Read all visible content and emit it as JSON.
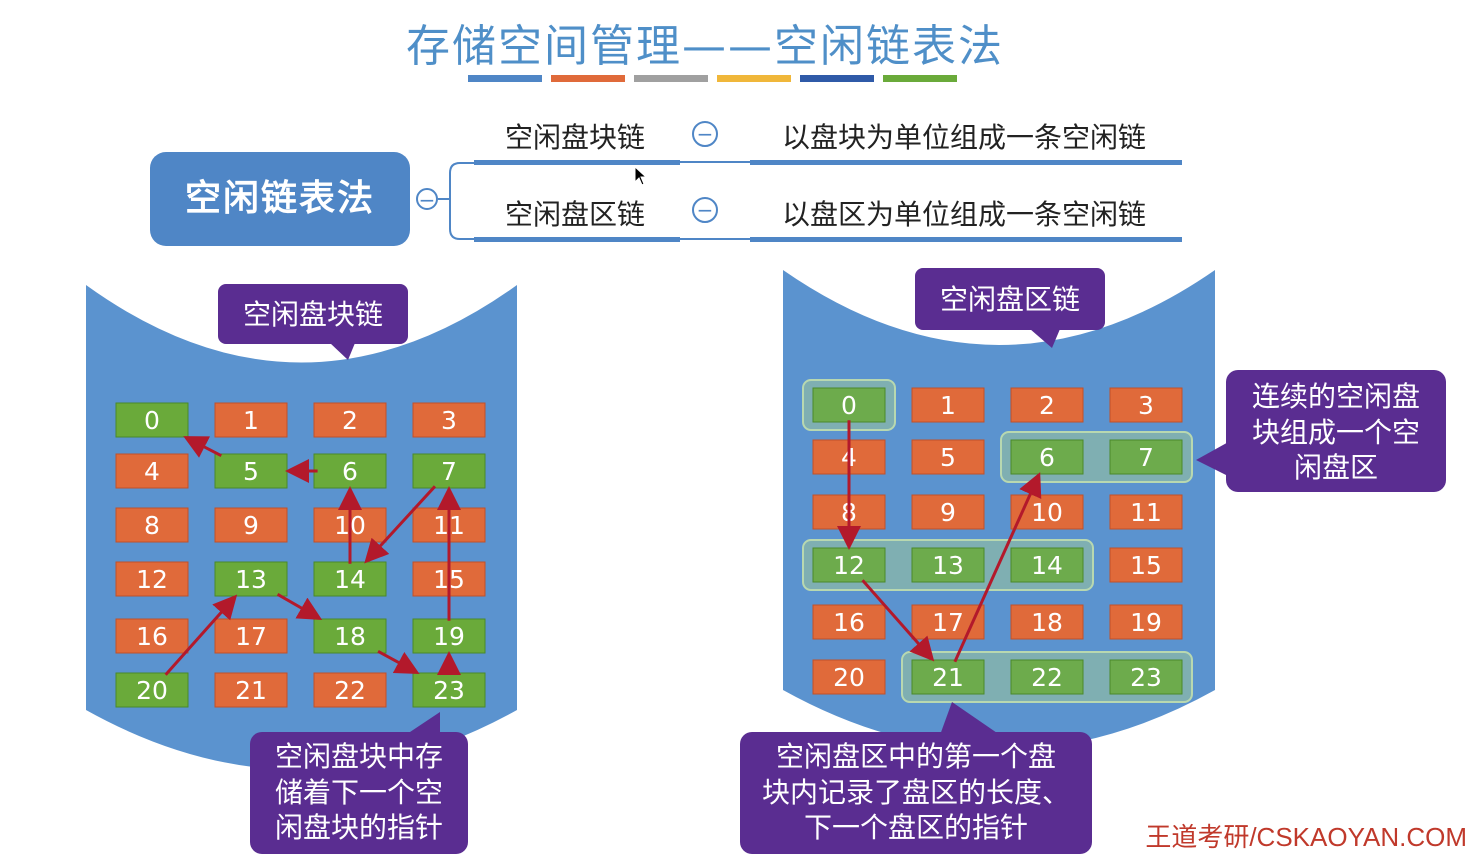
{
  "title": "存储空间管理——空闲链表法",
  "title_bar_colors": [
    "#4f86c6",
    "#e06a3a",
    "#a0a0a0",
    "#f0b73a",
    "#2f5aa8",
    "#6aaa3a"
  ],
  "watermark": "",
  "mindmap": {
    "root": "空闲链表法",
    "branches": [
      {
        "label": "空闲盘块链",
        "desc": "以盘块为单位组成一条空闲链"
      },
      {
        "label": "空闲盘区链",
        "desc": "以盘区为单位组成一条空闲链"
      }
    ],
    "collapse_symbol": "−"
  },
  "left_diagram": {
    "callout_title": "空闲盘块链",
    "blocks": [
      "0",
      "1",
      "2",
      "3",
      "4",
      "5",
      "6",
      "7",
      "8",
      "9",
      "10",
      "11",
      "12",
      "13",
      "14",
      "15",
      "16",
      "17",
      "18",
      "19",
      "20",
      "21",
      "22",
      "23"
    ],
    "free_blocks": [
      0,
      5,
      6,
      7,
      13,
      14,
      18,
      19,
      20,
      23
    ],
    "chain": [
      20,
      13,
      18,
      23,
      19,
      7,
      14,
      6,
      5,
      0
    ],
    "callout_note": [
      "空闲盘块中存",
      "储着下一个空",
      "闲盘块的指针"
    ]
  },
  "right_diagram": {
    "callout_title": "空闲盘区链",
    "blocks": [
      "0",
      "1",
      "2",
      "3",
      "4",
      "5",
      "6",
      "7",
      "8",
      "9",
      "10",
      "11",
      "12",
      "13",
      "14",
      "15",
      "16",
      "17",
      "18",
      "19",
      "20",
      "21",
      "22",
      "23"
    ],
    "free_blocks": [
      0,
      6,
      7,
      12,
      13,
      14,
      21,
      22,
      23
    ],
    "regions": [
      [
        0
      ],
      [
        6,
        7
      ],
      [
        12,
        13,
        14
      ],
      [
        21,
        22,
        23
      ]
    ],
    "chain": [
      0,
      12,
      21,
      6
    ],
    "callout_side": [
      "连续的空闲盘",
      "块组成一个空",
      "闲盘区"
    ],
    "callout_note": [
      "空闲盘区中的第一个盘",
      "块内记录了盘区的长度、",
      "下一个盘区的指针"
    ]
  },
  "colors": {
    "cylinder": "#5b93cf",
    "busy_block": "#e06a3a",
    "free_block": "#6aaa3a",
    "arrow": "#b3192b",
    "callout": "#5a2d91",
    "accent": "#4f86c6"
  },
  "footer": "王道考研/CSKAOYAN.COM"
}
